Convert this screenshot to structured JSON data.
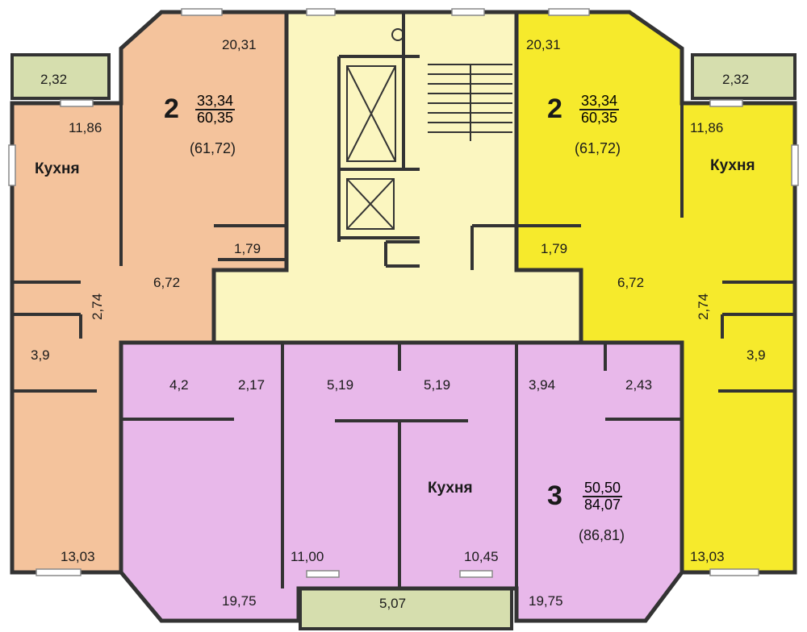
{
  "colors": {
    "apartment_left": "#f4c39c",
    "apartment_right": "#f6ea2c",
    "apartment_bottom": "#e8b8ea",
    "common_area": "#fbf6c0",
    "balcony": "#d6deae",
    "wall": "#333333"
  },
  "left_apartment": {
    "rooms_count": "2",
    "living_area": "33,34",
    "total_area": "60,35",
    "total_with_balcony": "(61,72)",
    "room_area": "20,31",
    "balcony": "2,32",
    "kitchen_area": "11,86",
    "kitchen_label": "Кухня",
    "closet": "1,79",
    "hall": "6,72",
    "corridor": "2,74",
    "bath": "3,9",
    "bedroom": "13,03"
  },
  "right_apartment": {
    "rooms_count": "2",
    "living_area": "33,34",
    "total_area": "60,35",
    "total_with_balcony": "(61,72)",
    "room_area": "20,31",
    "balcony": "2,32",
    "kitchen_area": "11,86",
    "kitchen_label": "Кухня",
    "closet": "1,79",
    "hall": "6,72",
    "corridor": "2,74",
    "bath": "3,9",
    "bedroom": "13,03"
  },
  "bottom_apartment": {
    "rooms_count": "3",
    "living_area": "50,50",
    "total_area": "84,07",
    "total_with_balcony": "(86,81)",
    "rooms": [
      "4,2",
      "2,17",
      "5,19",
      "5,19",
      "3,94",
      "2,43"
    ],
    "kitchen_label": "Кухня",
    "room_left_mid": "11,00",
    "kitchen_area": "10,45",
    "room_left": "19,75",
    "room_right": "19,75",
    "balcony": "5,07"
  }
}
